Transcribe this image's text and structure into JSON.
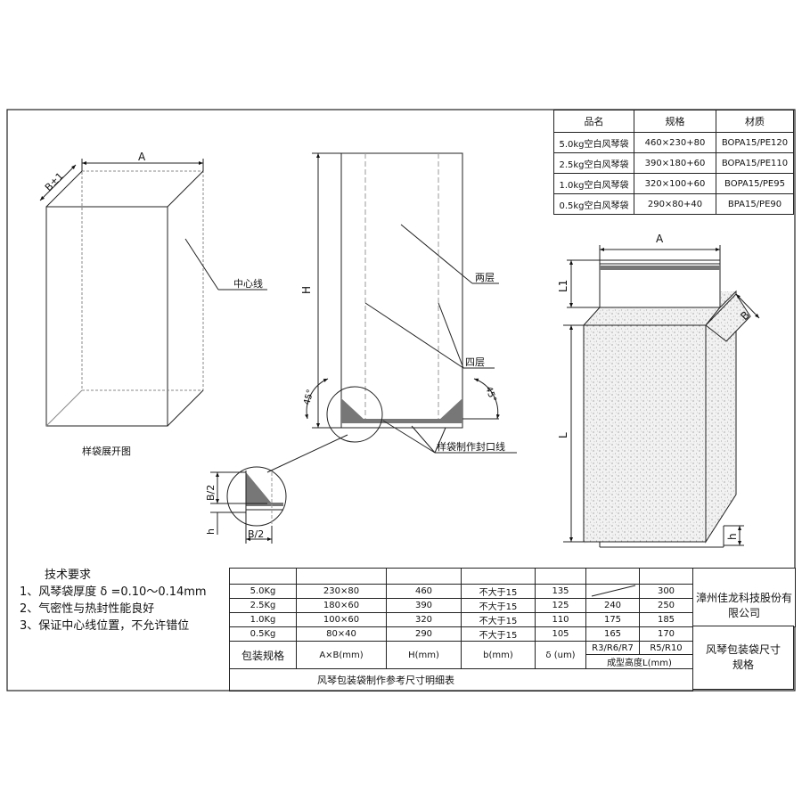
{
  "material_table": {
    "headers": [
      "品名",
      "规格",
      "材质"
    ],
    "rows": [
      [
        "5.0kg空白风琴袋",
        "460×230+80",
        "BOPA15/PE120"
      ],
      [
        "2.5kg空白风琴袋",
        "390×180+60",
        "BOPA15/PE110"
      ],
      [
        "1.0kg空白风琴袋",
        "320×100+60",
        "BOPA15/PE95"
      ],
      [
        "0.5kg空白风琴袋",
        "290×80+40",
        "BPA15/PE90"
      ]
    ]
  },
  "drawing_left": {
    "dim_a": "A",
    "dim_b": "B±1",
    "center_line": "中心线",
    "caption": "样袋展开图"
  },
  "drawing_middle": {
    "dim_h": "H",
    "two_layer": "两层",
    "four_layer": "四层",
    "angle_left": "45°",
    "angle_right": "45°",
    "seal_line": "样袋制作封口线",
    "detail_b2_v": "B/2",
    "detail_h": "h",
    "detail_b2_h": "B/2"
  },
  "drawing_right": {
    "dim_a": "A",
    "dim_l1": "L1",
    "dim_b": "B",
    "dim_l": "L",
    "dim_h": "h"
  },
  "tech_requirements": {
    "title": "技术要求",
    "items": [
      "1、风琴袋厚度 δ =0.10～0.14mm",
      "2、气密性与热封性能良好",
      "3、保证中心线位置，不允许错位"
    ]
  },
  "size_table": {
    "rows": [
      [
        "5.0Kg",
        "230×80",
        "460",
        "不大于15",
        "135",
        "",
        "300"
      ],
      [
        "2.5Kg",
        "180×60",
        "390",
        "不大于15",
        "125",
        "240",
        "250"
      ],
      [
        "1.0Kg",
        "100×60",
        "320",
        "不大于15",
        "110",
        "175",
        "185"
      ],
      [
        "0.5Kg",
        "80×40",
        "290",
        "不大于15",
        "105",
        "165",
        "170"
      ]
    ],
    "headers": [
      "包装规格",
      "A×B(mm)",
      "H(mm)",
      "b(mm)",
      "δ (um)",
      "R3/R6/R7",
      "R5/R10"
    ],
    "forming_height": "成型高度L(mm)",
    "caption": "风琴包装袋制作参考尺寸明细表",
    "company": "漳州佳龙科技股份有限公司",
    "drawing_title": "风琴包装袋尺寸规格"
  }
}
